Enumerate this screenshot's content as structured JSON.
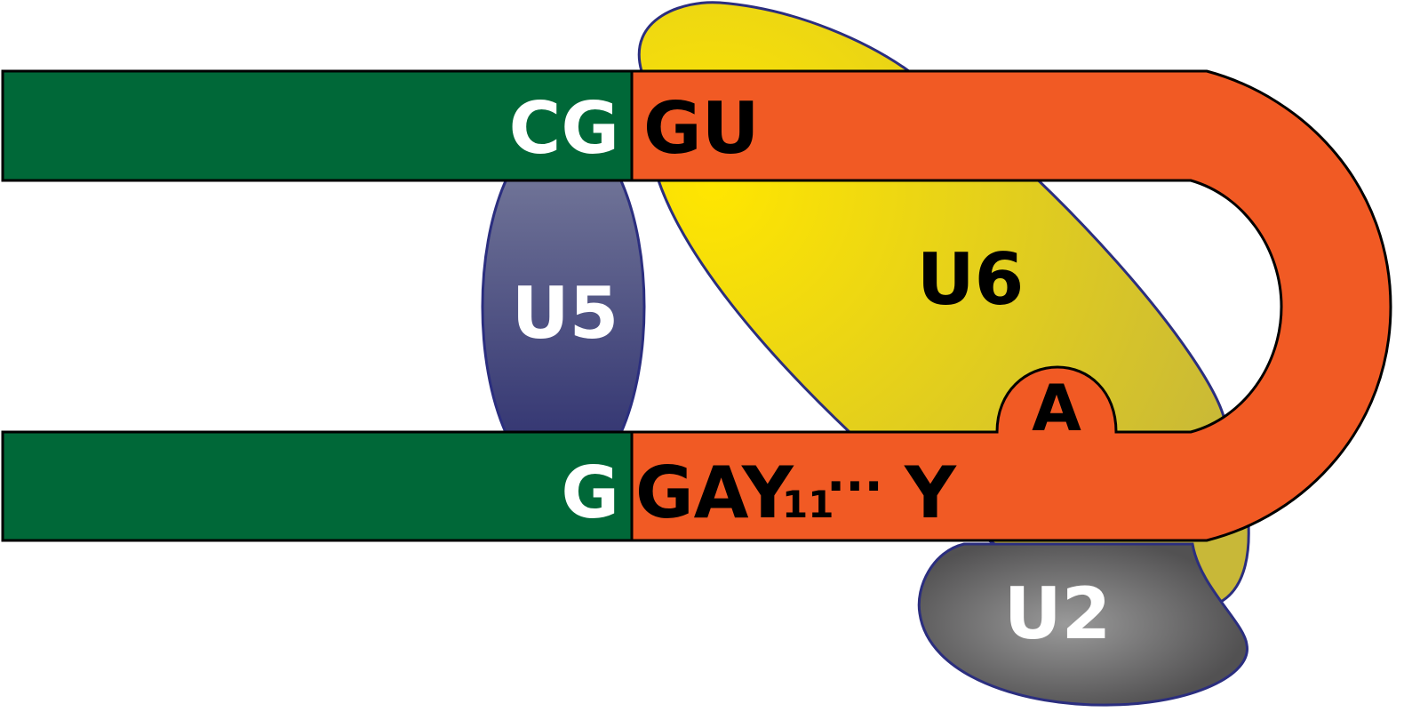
{
  "colors": {
    "exon": "#006838",
    "intron": "#F15A24",
    "u5_light": "#7B7F9E",
    "u5_dark": "#2A2C6C",
    "u6_light": "#FFE600",
    "u6_dark": "#C8B838",
    "u2_light": "#9A9A9A",
    "u2_dark": "#525152",
    "outline": "#000000",
    "snrna_outline": "#2B2E7F",
    "white_text": "#FFFFFF",
    "black_text": "#000000"
  },
  "top_strand": {
    "exon_label": "CG",
    "intron_label": "GU"
  },
  "bottom_strand": {
    "exon_label": "G",
    "intron_prefix": "GAY",
    "subscript": "11",
    "dots": "···",
    "intron_suffix": "Y"
  },
  "branch_point": {
    "label": "A"
  },
  "snrnas": {
    "u5": "U5",
    "u6": "U6",
    "u2": "U2"
  }
}
